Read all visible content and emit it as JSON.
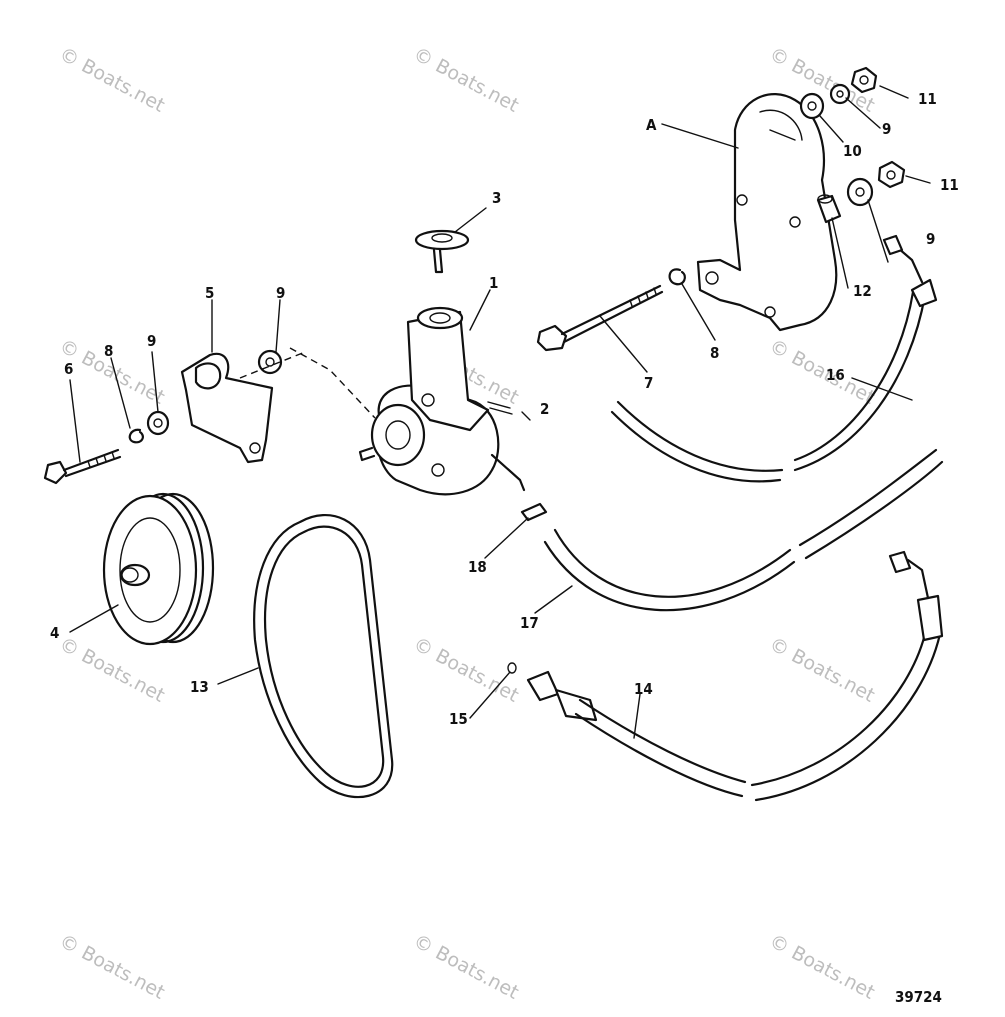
{
  "diagram_number": "39724",
  "watermark": "© Boats.net",
  "callouts": {
    "c1": "1",
    "c2": "2",
    "c3": "3",
    "c4": "4",
    "c5": "5",
    "c6": "6",
    "c7": "7",
    "c8a": "8",
    "c8b": "8",
    "c9a": "9",
    "c9b": "9",
    "c9c": "9",
    "c9d": "9",
    "c10": "10",
    "c11a": "11",
    "c11b": "11",
    "c12": "12",
    "c13": "13",
    "c14": "14",
    "c15": "15",
    "c16": "16",
    "c17": "17",
    "c18": "18",
    "cA": "A"
  }
}
